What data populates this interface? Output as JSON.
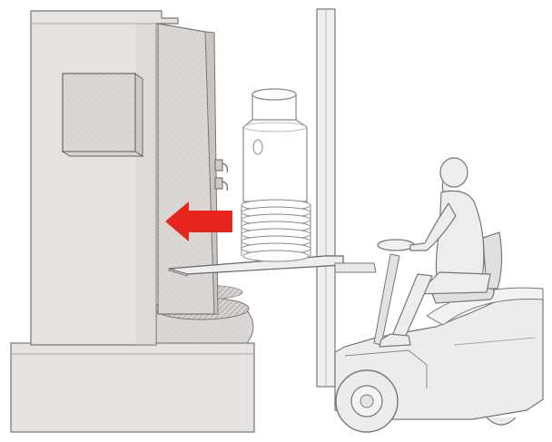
{
  "colors": {
    "background": "#ffffff",
    "machine_fill": "#e9e5e3",
    "machine_shade": "#dcd7d4",
    "panel_fill": "#dedad8",
    "outline": "#777777",
    "workpiece_fill": "#ffffff",
    "workpiece_outline": "#888888",
    "forklift_fill": "#ececec",
    "operator_fill": "#ededed",
    "arrow": "#e8251d"
  },
  "elements": {
    "machine": "washing-cabinet",
    "door": "open-cabinet-door",
    "load": "cylindrical-workpiece",
    "vehicle": "forklift",
    "person": "forklift-operator",
    "indicator": "arrow-left-icon"
  },
  "arrow_direction": "left"
}
